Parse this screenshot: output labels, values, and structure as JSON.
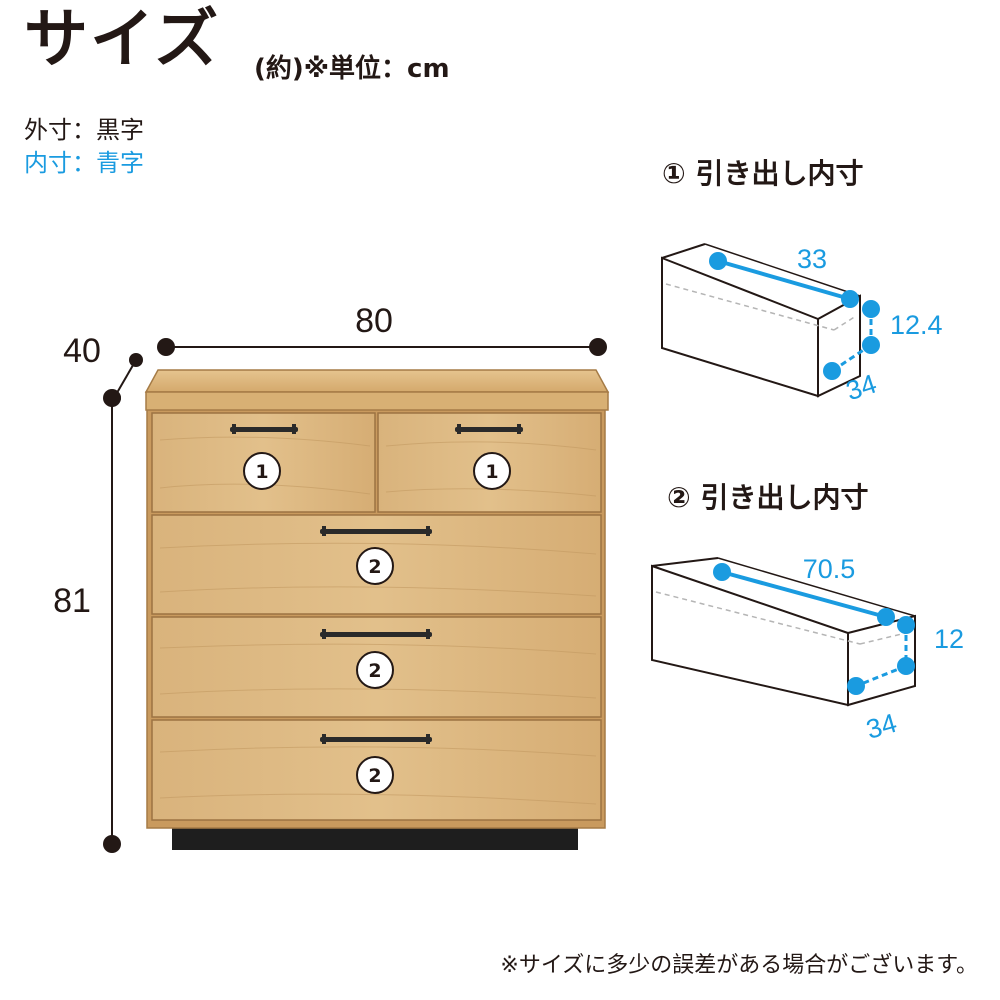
{
  "header": {
    "title": "サイズ",
    "unit_note": "(約)※単位：cm"
  },
  "legend": {
    "outer": "外寸：黒字",
    "inner": "内寸：青字"
  },
  "cabinet": {
    "width": "80",
    "depth": "40",
    "height": "81",
    "drawer_labels": [
      "1",
      "1",
      "2",
      "2",
      "2"
    ]
  },
  "drawer1": {
    "title": "① 引き出し内寸",
    "width": "33",
    "height": "12.4",
    "depth": "34"
  },
  "drawer2": {
    "title": "② 引き出し内寸",
    "width": "70.5",
    "height": "12",
    "depth": "34"
  },
  "footer": {
    "note": "※サイズに多少の誤差がある場合がございます。"
  },
  "colors": {
    "wood": "#d9b27a",
    "inner_blue": "#1a9be0",
    "dimension_black": "#231815",
    "plinth": "#1e1e1e"
  }
}
